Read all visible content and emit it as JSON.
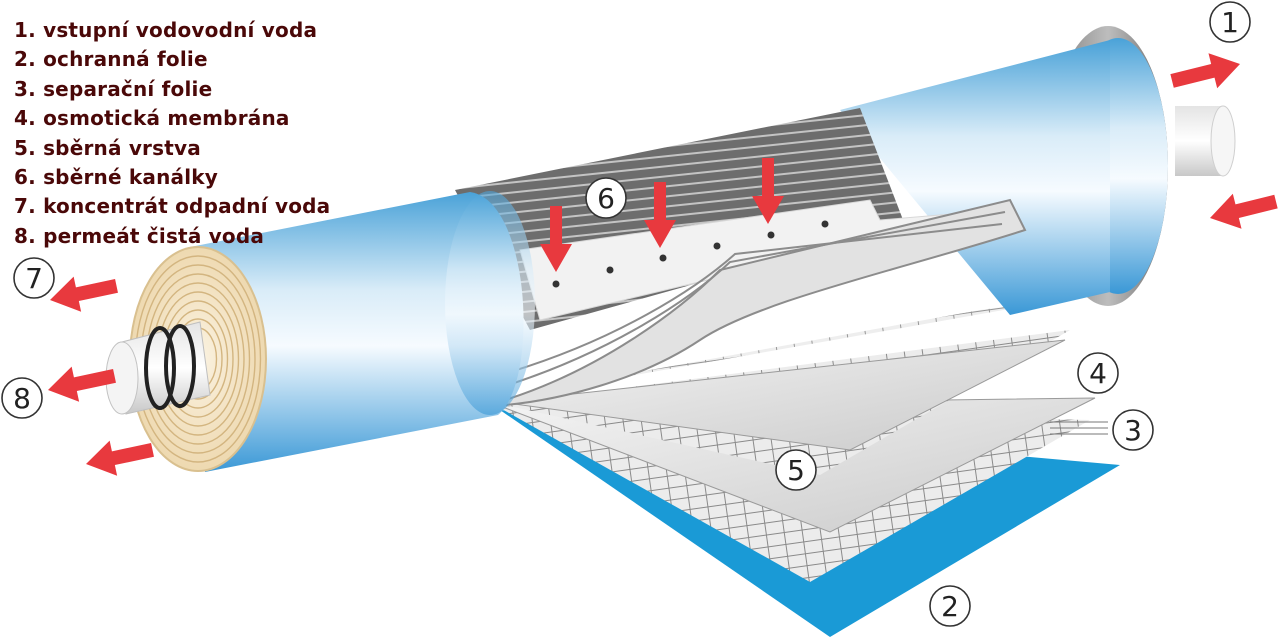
{
  "legend": [
    "1. vstupní vodovodní voda",
    "2. ochranná folie",
    "3. separační folie",
    "4. osmotická membrána",
    "5. sběrná vrstva",
    "6. sběrné kanálky",
    "7. koncentrát odpadní voda",
    "8. permeát čistá voda"
  ],
  "callouts": [
    "1",
    "2",
    "3",
    "4",
    "5",
    "6",
    "7",
    "8"
  ],
  "colors": {
    "legend_text": "#4a0808",
    "arrow": "#e8393e",
    "protective_film": "#1a9ad6",
    "membrane_core": "#f2e6cc"
  }
}
